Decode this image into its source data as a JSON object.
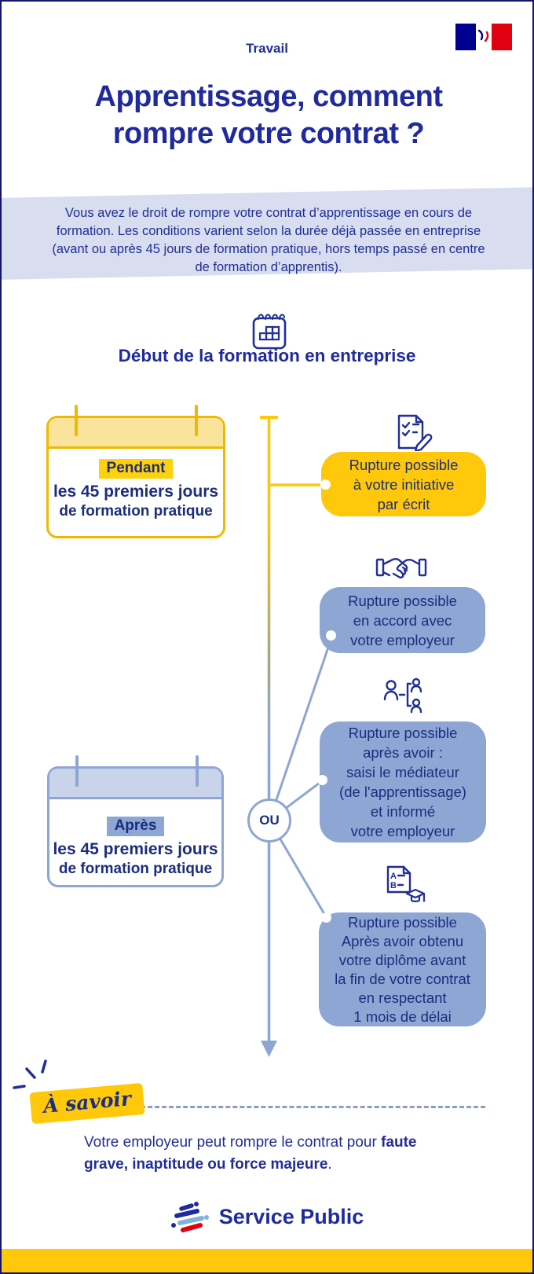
{
  "header": {
    "ministry": "Travail",
    "title": "Apprentissage, comment rompre votre contrat ?"
  },
  "intro": {
    "text": "Vous avez le droit de rompre votre contrat d’apprentissage en cours de formation. Les conditions varient selon la durée déjà passée en entreprise (avant ou après 45 jours de formation pratique, hors temps passé en centre de formation d’apprentis)."
  },
  "section": {
    "icon": "calendar-grid-icon",
    "heading": "Début de la formation en entreprise"
  },
  "timeline": {
    "or_label": "OU"
  },
  "periods": [
    {
      "id": "pendant",
      "highlight": "Pendant",
      "line1": "les 45 premiers jours",
      "line2": "de formation pratique"
    },
    {
      "id": "apres",
      "highlight": "Après",
      "line1": "les 45 premiers jours",
      "line2": "de formation pratique"
    }
  ],
  "options": [
    {
      "icon": "checklist-pencil-icon",
      "style": "yellow",
      "lines": [
        "Rupture possible",
        "à votre initiative",
        "par écrit"
      ]
    },
    {
      "icon": "handshake-icon",
      "style": "blue",
      "lines": [
        "Rupture possible",
        "en accord avec",
        "votre employeur"
      ]
    },
    {
      "icon": "mediator-people-icon",
      "style": "blue",
      "lines": [
        "Rupture possible",
        "après avoir :",
        "saisi le médiateur",
        "(de l'apprentissage)",
        "et informé",
        "votre employeur"
      ]
    },
    {
      "icon": "diploma-grades-icon",
      "style": "blue",
      "lines": [
        "Rupture possible",
        "Après avoir obtenu",
        "votre diplôme avant",
        "la fin de votre contrat",
        "en respectant",
        "1 mois de délai"
      ]
    }
  ],
  "note": {
    "label": "À savoir",
    "text": "Votre employeur peut rompre le contrat pour ",
    "bold": "faute grave, inaptitude ou force majeure",
    "end": "."
  },
  "footer": {
    "brand": "Service Public"
  },
  "colors": {
    "navy_text": "#1b2d7e",
    "title_blue": "#202a9d",
    "yellow": "#ffc80a",
    "yellow_border": "#f0b705",
    "yellow_light": "#fae49c",
    "highlight_yellow": "#ffd10d",
    "periwinkle_band": "#d8ddef",
    "blue_box": "#8ea6d4",
    "blue_band": "#c9d4eb",
    "dash": "#8e9cc0",
    "flag_blue": "#000091",
    "flag_red": "#e1000f",
    "logo_lightblue": "#7fb2dd",
    "logo_red": "#e1000f"
  }
}
